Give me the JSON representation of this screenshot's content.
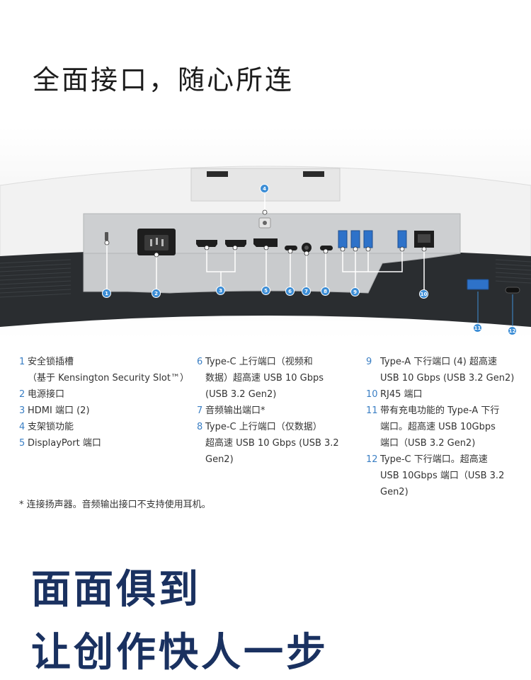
{
  "title": "全面接口，随心所连",
  "badges": [
    "1",
    "2",
    "3",
    "4",
    "5",
    "6",
    "7",
    "8",
    "9",
    "10",
    "11",
    "12"
  ],
  "ports_col1": [
    {
      "num": "1",
      "text": "安全锁插槽"
    },
    {
      "num": "",
      "text": "（基于 Kensington Security Slot™）"
    },
    {
      "num": "2",
      "text": "电源接口"
    },
    {
      "num": "3",
      "text": "HDMI 端口 (2)"
    },
    {
      "num": "4",
      "text": "支架锁功能"
    },
    {
      "num": "5",
      "text": "DisplayPort 端口"
    }
  ],
  "ports_col2": [
    {
      "num": "6",
      "text": "Type-C 上行端口（视频和"
    },
    {
      "num": "",
      "text": "数据）超高速 USB 10 Gbps"
    },
    {
      "num": "",
      "text": "(USB 3.2 Gen2)"
    },
    {
      "num": "7",
      "text": "音频输出端口*"
    },
    {
      "num": "8",
      "text": "Type-C 上行端口（仅数据）"
    },
    {
      "num": "",
      "text": "超高速 USB 10 Gbps (USB 3.2"
    },
    {
      "num": "",
      "text": "Gen2)"
    }
  ],
  "ports_col3": [
    {
      "num": "9",
      "text": "Type-A 下行端口 (4) 超高速"
    },
    {
      "num": "",
      "text": "USB 10 Gbps (USB 3.2 Gen2)"
    },
    {
      "num": "10",
      "text": "RJ45 端口"
    },
    {
      "num": "11",
      "text": "带有充电功能的 Type-A 下行"
    },
    {
      "num": "",
      "text": "端口。超高速 USB 10Gbps"
    },
    {
      "num": "",
      "text": "端口（USB 3.2 Gen2)"
    },
    {
      "num": "12",
      "text": "Type-C 下行端口。超高速"
    },
    {
      "num": "",
      "text": "USB 10Gbps 端口（USB 3.2"
    },
    {
      "num": "",
      "text": "Gen2)"
    }
  ],
  "note": "* 连接扬声器。音频输出接口不支持使用耳机。",
  "slogan_line1": "面面俱到",
  "slogan_line2": "让创作快人一步",
  "colors": {
    "badge": "#3d8ed6",
    "slogan": "#1a3160",
    "number": "#3b7fc4"
  }
}
